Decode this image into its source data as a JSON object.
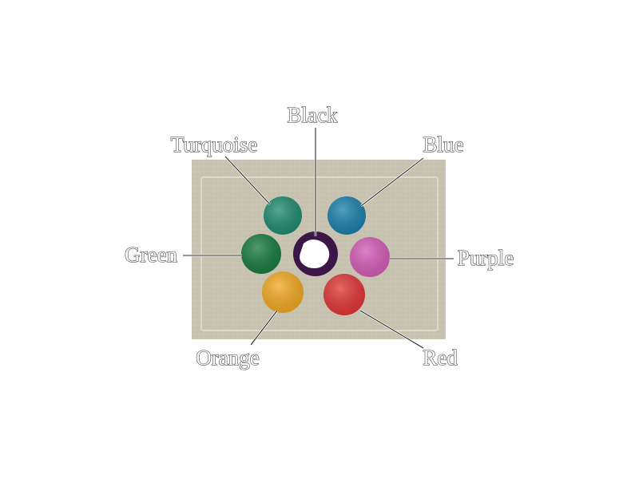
{
  "dots": [
    {
      "label": "Turquoise",
      "color": "#1f8a6e"
    },
    {
      "label": "Black",
      "color": "#3a1746"
    },
    {
      "label": "Blue",
      "color": "#1a7faa"
    },
    {
      "label": "Green",
      "color": "#177a3e"
    },
    {
      "label": "Purple",
      "color": "#d35bb6"
    },
    {
      "label": "Orange",
      "color": "#f0a822"
    },
    {
      "label": "Red",
      "color": "#df3535"
    }
  ],
  "background": {
    "slide_color": "#c8c2b0",
    "slide_edge_color": "#ded9cc"
  }
}
